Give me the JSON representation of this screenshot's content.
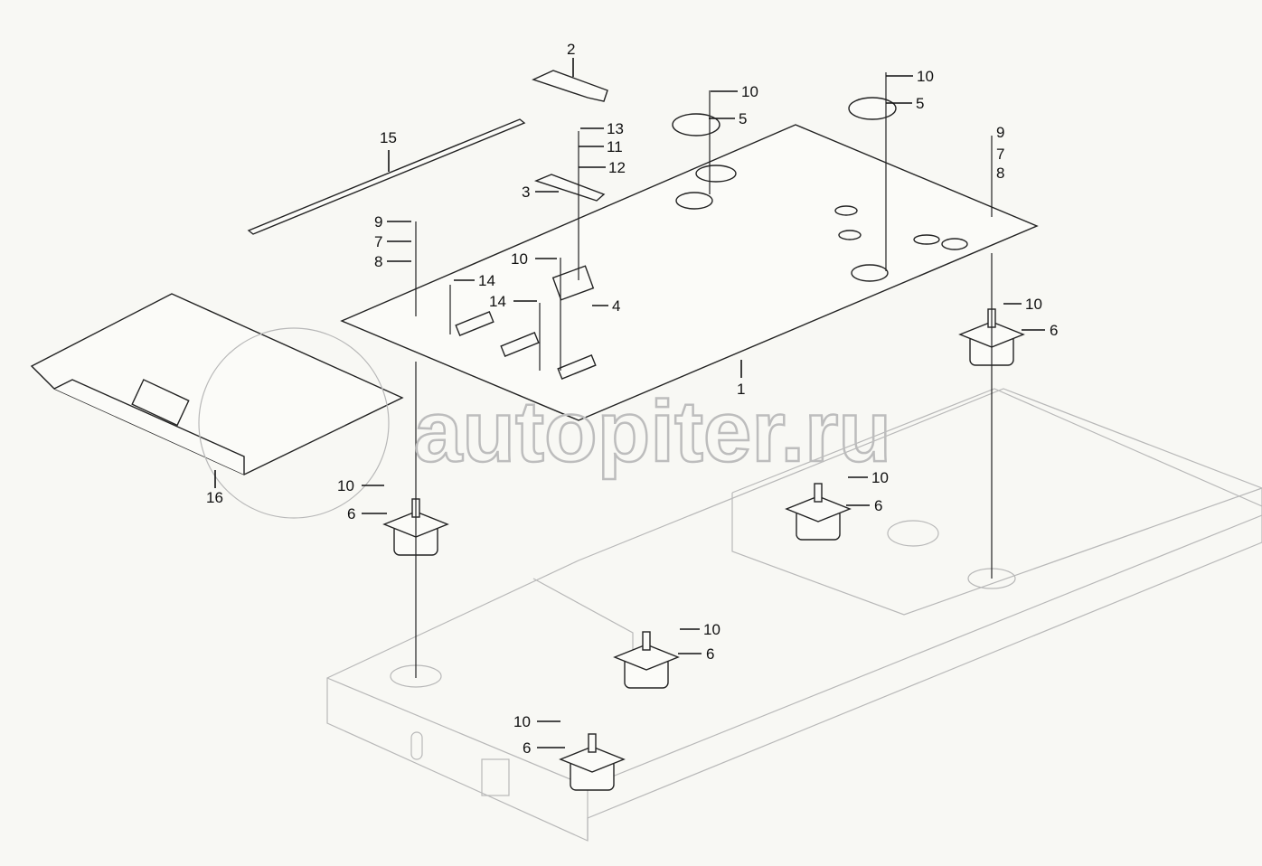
{
  "diagram": {
    "watermark": "autopiter.ru",
    "callouts": [
      "2",
      "10",
      "10",
      "5",
      "5",
      "13",
      "11",
      "12",
      "15",
      "3",
      "9",
      "7",
      "8",
      "10",
      "14",
      "14",
      "4",
      "1",
      "9",
      "7",
      "8",
      "10",
      "6",
      "16",
      "10",
      "6",
      "10",
      "6",
      "10",
      "6",
      "10",
      "6"
    ]
  }
}
